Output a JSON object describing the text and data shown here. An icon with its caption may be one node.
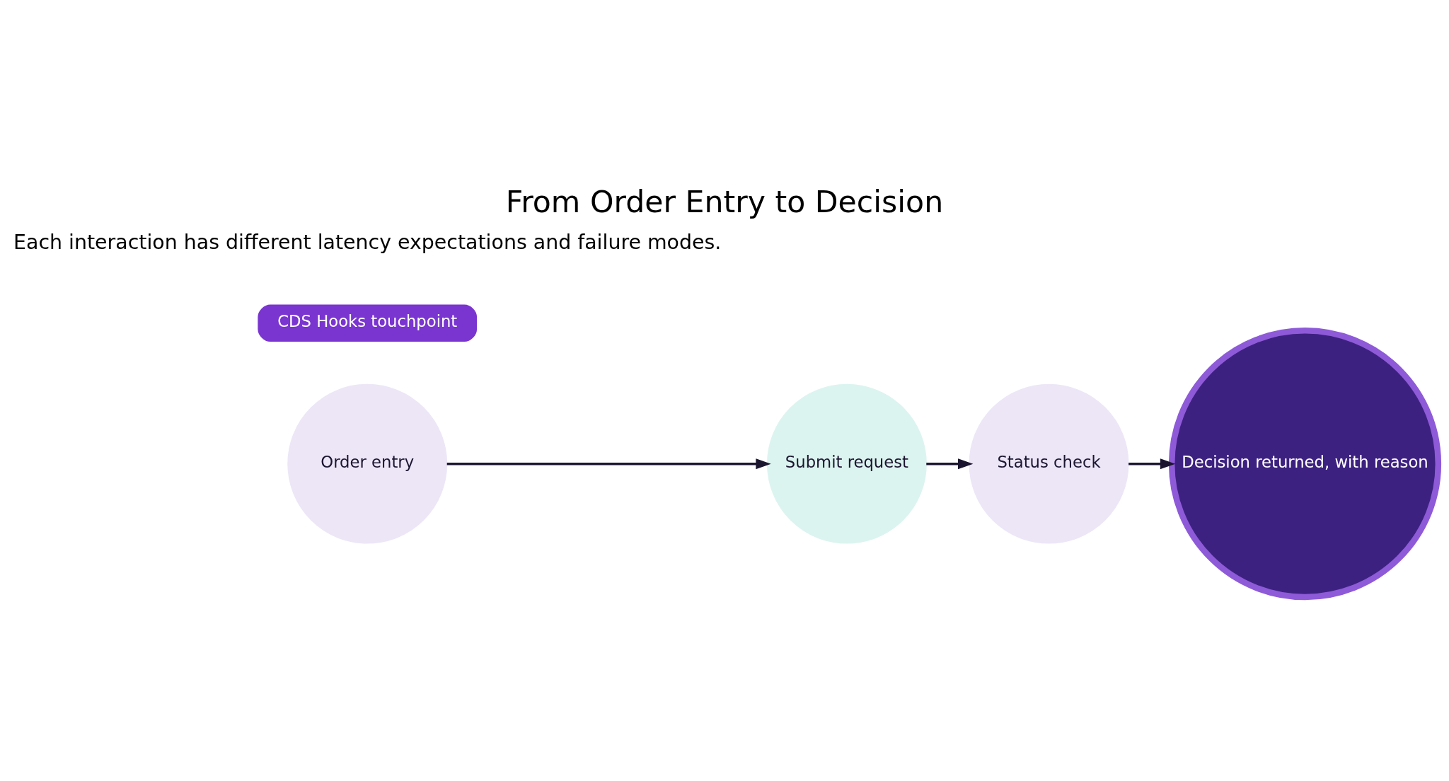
{
  "diagram": {
    "title": "From Order Entry to Decision",
    "caption": "Each interaction has different latency expectations and failure modes.",
    "nodes": [
      {
        "text": [
          "Order entry"
        ]
      },
      {
        "text": [
          "Submit request"
        ]
      },
      {
        "text": [
          "Status check"
        ]
      },
      {
        "text": [
          "Decision returned, with reason"
        ]
      },
      {
        "text": [
          "CDS Hooks touchpoint"
        ]
      }
    ],
    "edges": [
      {
        "from": 0,
        "to": 1,
        "arrow": "to"
      },
      {
        "from": 1,
        "to": 2,
        "arrow": "to"
      },
      {
        "from": 2,
        "to": 3,
        "arrow": "to"
      }
    ]
  }
}
